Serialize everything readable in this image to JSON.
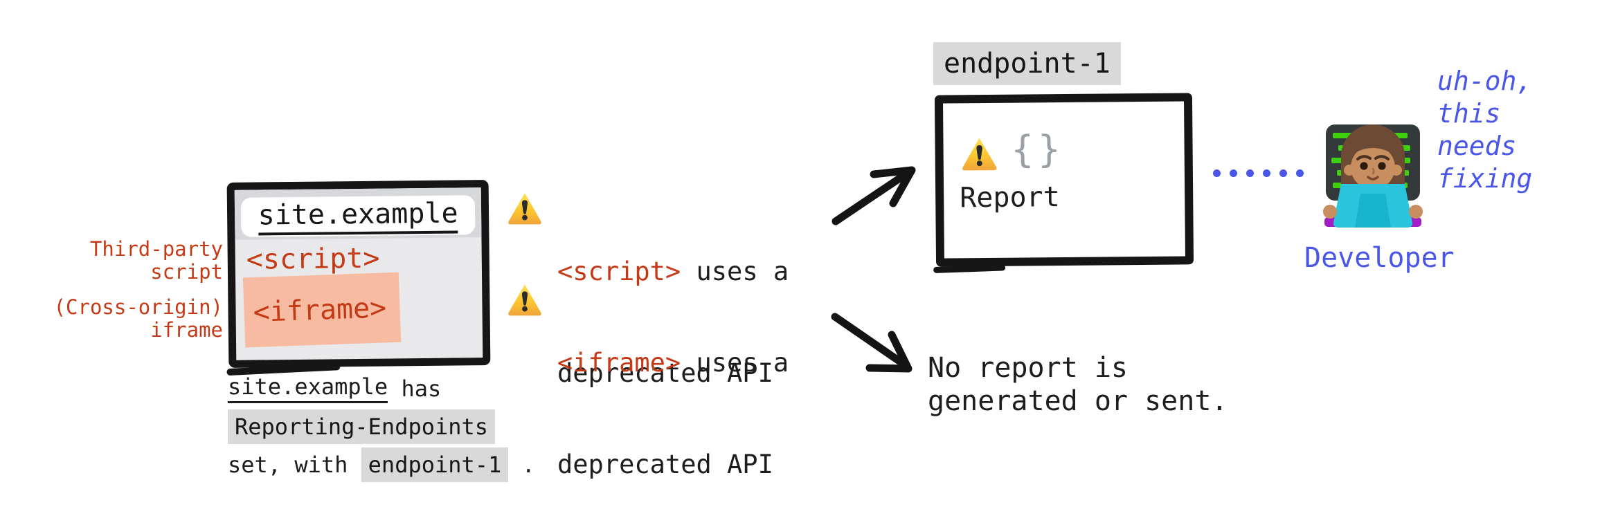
{
  "colors": {
    "accent_red": "#c43a17",
    "accent_blue": "#4a56e8",
    "salmon_highlight": "#f7bba2",
    "chip_gray": "#d9d9d9",
    "window_header_gray": "#d6d8dc",
    "window_body_gray": "#e9e9eb",
    "ink": "#161616",
    "braces_gray": "#9aa0a6",
    "warning_yellow": "#fdc62f"
  },
  "site_window": {
    "address": "site.example",
    "script_tag": "<script>",
    "iframe_tag": "<iframe>",
    "script_annotation": "Third-party\nscript",
    "iframe_annotation": "(Cross-origin)\niframe"
  },
  "caption": {
    "site": "site.example",
    "after_site": " has",
    "header_chip": "Reporting-Endpoints",
    "line3_pre": "set, with ",
    "endpoint_chip": "endpoint-1",
    "line3_post": " ."
  },
  "warnings": {
    "0": {
      "icon": "warning-icon",
      "tag": "<script>",
      "rest": " uses a",
      "line2": "deprecated API"
    },
    "1": {
      "icon": "warning-icon",
      "tag": "<iframe>",
      "rest": " uses a",
      "line2": "deprecated API"
    }
  },
  "endpoint": {
    "label": "endpoint-1",
    "braces": "{}",
    "report_label": "Report",
    "icons": "warning-icon, json-braces-icon"
  },
  "no_report": {
    "text": "No report is\ngenerated or sent."
  },
  "developer": {
    "label": "Developer",
    "thought": "uh-oh,\nthis\nneeds\nfixing",
    "emoji": "woman-technologist-emoji"
  }
}
